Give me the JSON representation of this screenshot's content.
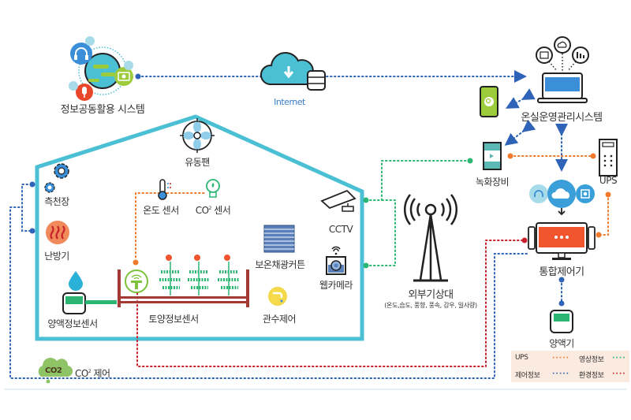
{
  "diagram": {
    "title_nodes": {
      "info_system": "정보공동활용 시스템",
      "internet": "Internet",
      "greenhouse_mgmt": "온실운영관리시스템",
      "recorder": "녹화장비",
      "ups": "UPS",
      "integrated_controller": "통합제어기",
      "nutrient_supplier": "양액기",
      "weather_station": "외부기상대",
      "weather_station_detail": "(온도,습도, 풍향, 풍속, 감우, 일사량)"
    },
    "greenhouse_nodes": {
      "fan": "유동팬",
      "skylight": "측천장",
      "heater": "난방기",
      "temp_sensor": "온도 센서",
      "co2_sensor_prefix": "CO",
      "co2_sensor_sup": "2",
      "co2_sensor_suffix": " 센서",
      "cctv": "CCTV",
      "thermal_curtain": "보온채광커튼",
      "webcam": "웹카메라",
      "irrigation": "관수제어",
      "nutrient_sensor": "양액정보센서",
      "soil_sensor": "토양정보센서",
      "co2_control_prefix": "CO",
      "co2_control_sup": "2",
      "co2_control_suffix": " 제어",
      "co2_cloud": "CO2"
    },
    "legend": [
      {
        "label": "UPS",
        "color": "#f07a2a"
      },
      {
        "label": "영상정보",
        "color": "#2bb673"
      },
      {
        "label": "제어정보",
        "color": "#2f63b7"
      },
      {
        "label": "환경정보",
        "color": "#c8202a"
      }
    ],
    "colors": {
      "greenhouse_outline": "#4bbfd3",
      "ups_line": "#f07a2a",
      "video_line": "#2bb673",
      "control_line": "#2f63b7",
      "env_line": "#c8202a",
      "controller_red": "#f0552e",
      "planter": "#a33a34"
    }
  }
}
